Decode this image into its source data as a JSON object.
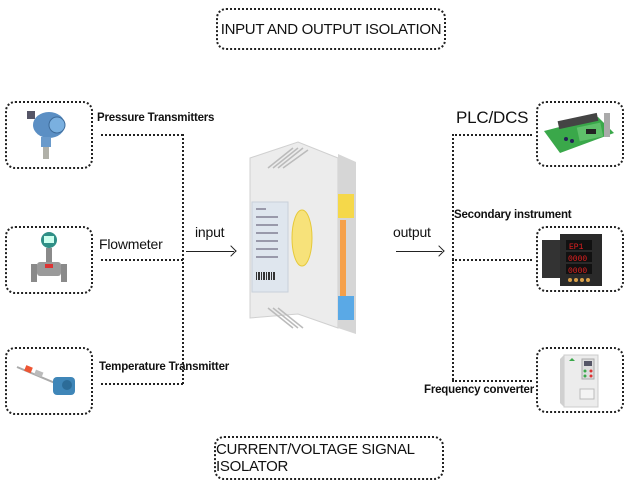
{
  "header": {
    "title": "INPUT AND OUTPUT ISOLATION"
  },
  "footer": {
    "title": "CURRENT/VOLTAGE SIGNAL ISOLATOR"
  },
  "inputs": [
    {
      "label": "Pressure Transmitters",
      "icon": "pressure-transmitter-icon"
    },
    {
      "label": "Flowmeter",
      "icon": "flowmeter-icon"
    },
    {
      "label": "Temperature Transmitter",
      "icon": "temperature-transmitter-icon"
    }
  ],
  "outputs": [
    {
      "label": "PLC/DCS",
      "icon": "plc-board-icon"
    },
    {
      "label": "Secondary instrument",
      "icon": "panel-meter-icon"
    },
    {
      "label": "Frequency converter",
      "icon": "frequency-converter-icon"
    }
  ],
  "center": {
    "input_label": "input",
    "output_label": "output",
    "device": "signal-isolator-icon",
    "meter_readings": [
      "EP1",
      "0000",
      "0000"
    ]
  },
  "colors": {
    "terminal_yellow": "#f5d84a",
    "terminal_blue": "#5aa9e6",
    "accent_orange": "#f5a04a",
    "pcb_green": "#3aa84a",
    "meter_red": "#e02020"
  }
}
